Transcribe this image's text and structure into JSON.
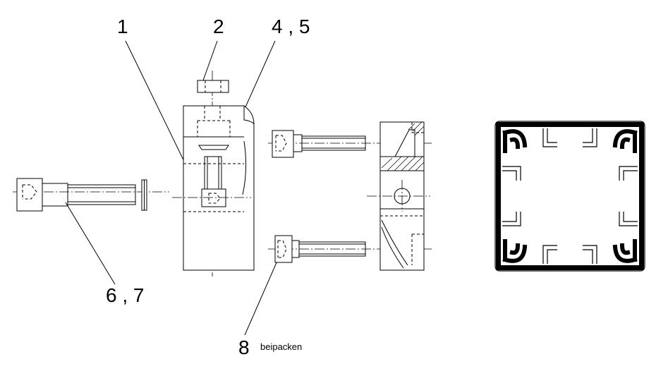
{
  "callouts": {
    "c1": "1",
    "c2": "2",
    "c45": "4 , 5",
    "c67": "6 , 7",
    "c8": "8",
    "note": "beipacken"
  },
  "parts": {
    "screw_long": "hex-socket-screw",
    "washer": "washer",
    "clamp_block": "clamp-block",
    "key": "slot-key",
    "profile": "square-aluminium-profile"
  }
}
